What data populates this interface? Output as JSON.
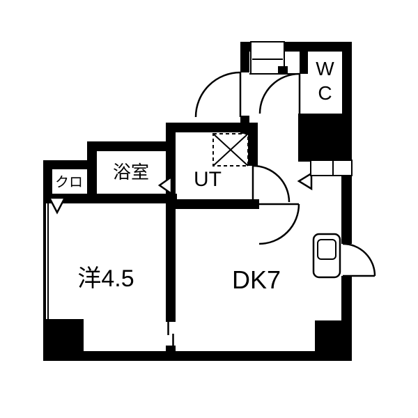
{
  "plan": {
    "title": "1DK apartment floor plan",
    "rooms": [
      {
        "name": "western-room",
        "label": "洋4.5"
      },
      {
        "name": "dining-kitchen",
        "label": "DK7"
      },
      {
        "name": "utility",
        "label": "UT"
      },
      {
        "name": "bathroom",
        "label": "浴室"
      },
      {
        "name": "closet",
        "label": "クロ"
      },
      {
        "name": "toilet",
        "label": "WC"
      }
    ],
    "fixtures": {
      "washing_machine_pan_icon": "crossed-dashed-square",
      "kitchen_sink_icon": "rounded-rectangle",
      "door_swing_icon": "quarter-arc",
      "folding_door_icon": "white-triangle-notch",
      "window_icon": "outlined-slot",
      "sliding_door_icon": "offset-thin-lines"
    },
    "colors": {
      "wall": "#000000",
      "floor": "#ffffff",
      "line": "#000000"
    }
  }
}
